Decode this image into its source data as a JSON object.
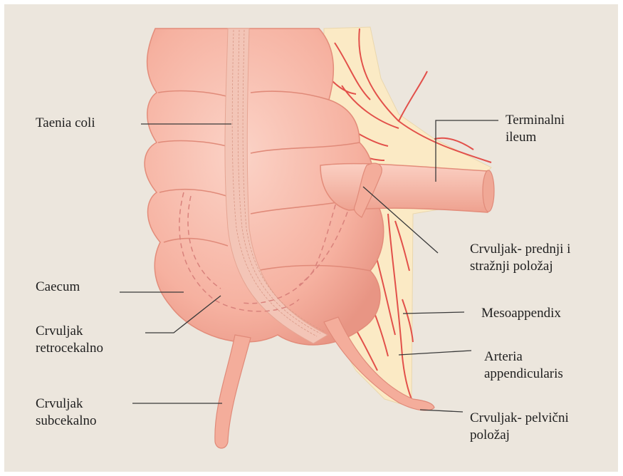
{
  "labels": {
    "taenia_coli": "Taenia coli",
    "terminal_ileum": [
      "Terminalni",
      "ileum"
    ],
    "appendix_anterior_posterior": [
      "Crvuljak- prednji i",
      "stražnji položaj"
    ],
    "caecum": "Caecum",
    "mesoappendix": "Mesoappendix",
    "appendix_retrocaecal": [
      "Crvuljak",
      "retrocekalno"
    ],
    "arteria_appendicularis": [
      "Arteria",
      "appendicularis"
    ],
    "appendix_subcaecal": [
      "Crvuljak",
      "subcekalno"
    ],
    "appendix_pelvic": [
      "Crvuljak- pelvični",
      "položaj"
    ]
  },
  "colors": {
    "background": "#ece6dd",
    "bowel": "#f6b1a0",
    "bowel_shadow": "#e89584",
    "mesentery": "#fbeac5",
    "artery": "#e2504a",
    "leader_line": "#3a3a3a"
  }
}
